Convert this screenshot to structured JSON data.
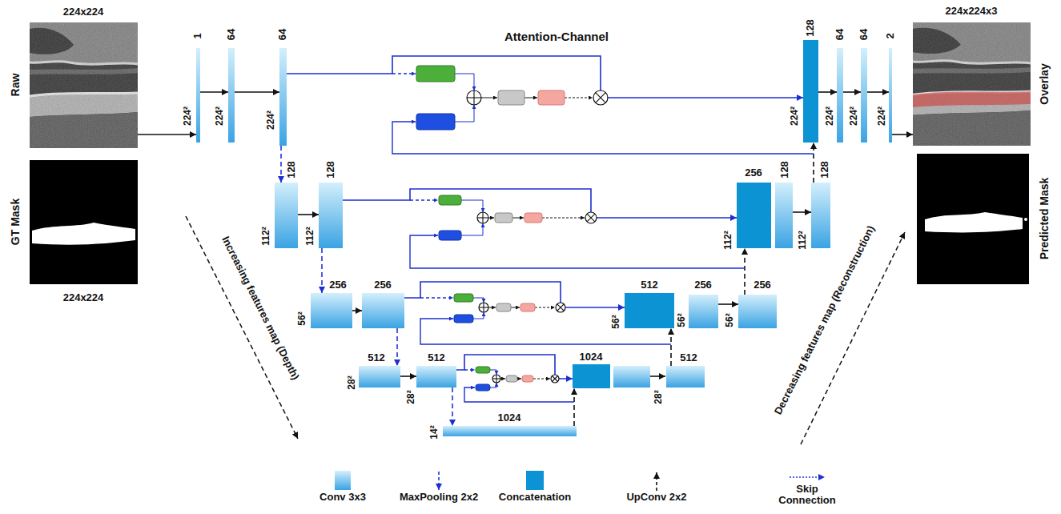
{
  "diagram": {
    "nodes": [
      {
        "text": [
          "224x224",
          "Raw"
        ]
      },
      {
        "text": [
          "GT Mask",
          "224x224"
        ]
      },
      {
        "text": [
          "1",
          "224²"
        ]
      },
      {
        "text": [
          "64",
          "224²"
        ]
      },
      {
        "text": [
          "64",
          "224²"
        ]
      },
      {
        "text": [
          "128",
          "112²"
        ]
      },
      {
        "text": [
          "128",
          "112²"
        ]
      },
      {
        "text": [
          "256",
          "56²"
        ]
      },
      {
        "text": [
          "256"
        ]
      },
      {
        "text": [
          "512",
          "28²"
        ]
      },
      {
        "text": [
          "512",
          "28²"
        ]
      },
      {
        "text": [
          "1024",
          "14²"
        ]
      },
      {
        "text": [
          "1024"
        ]
      },
      {
        "text": [
          "512",
          "28²"
        ]
      },
      {
        "text": [
          "512",
          "56²"
        ]
      },
      {
        "text": [
          "256",
          "56²"
        ]
      },
      {
        "text": [
          "256",
          "56²"
        ]
      },
      {
        "text": [
          "256",
          "112²"
        ]
      },
      {
        "text": [
          "128"
        ]
      },
      {
        "text": [
          "128",
          "112²"
        ]
      },
      {
        "text": [
          "128",
          "224²"
        ]
      },
      {
        "text": [
          "64",
          "224²"
        ]
      },
      {
        "text": [
          "64",
          "224²"
        ]
      },
      {
        "text": [
          "2",
          "224²"
        ]
      },
      {
        "text": [
          "224x224x3",
          "Overlay"
        ]
      },
      {
        "text": [
          "Predicted Mask"
        ]
      }
    ],
    "edges": [
      {
        "from": 0,
        "to": 2,
        "arrow": "to"
      },
      {
        "from": 2,
        "to": 3,
        "arrow": "to"
      },
      {
        "from": 3,
        "to": 4,
        "arrow": "to"
      },
      {
        "from": 4,
        "to": 5,
        "arrow": "to"
      },
      {
        "from": 4,
        "to": 20,
        "arrow": "to"
      },
      {
        "from": 5,
        "to": 6,
        "arrow": "to"
      },
      {
        "from": 6,
        "to": 7,
        "arrow": "to"
      },
      {
        "from": 6,
        "to": 17,
        "arrow": "to"
      },
      {
        "from": 7,
        "to": 8,
        "arrow": "to"
      },
      {
        "from": 8,
        "to": 9,
        "arrow": "to"
      },
      {
        "from": 8,
        "to": 14,
        "arrow": "to"
      },
      {
        "from": 9,
        "to": 10,
        "arrow": "to"
      },
      {
        "from": 10,
        "to": 11,
        "arrow": "to"
      },
      {
        "from": 10,
        "to": 12,
        "arrow": "to"
      },
      {
        "from": 11,
        "to": 12,
        "arrow": "to"
      },
      {
        "from": 13,
        "to": 14,
        "arrow": "to"
      },
      {
        "from": 15,
        "to": 16,
        "arrow": "to"
      },
      {
        "from": 16,
        "to": 17,
        "arrow": "to"
      },
      {
        "from": 18,
        "to": 19,
        "arrow": "to"
      },
      {
        "from": 19,
        "to": 20,
        "arrow": "to"
      },
      {
        "from": 20,
        "to": 21,
        "arrow": "to"
      },
      {
        "from": 21,
        "to": 22,
        "arrow": "to"
      },
      {
        "from": 22,
        "to": 23,
        "arrow": "to"
      },
      {
        "from": 23,
        "to": 24,
        "arrow": "to"
      }
    ],
    "labels": [
      "Attention-Channel",
      "Increasing features map (Depth)",
      "Decreasing features map (Reconstruction)"
    ],
    "legend": [
      {
        "text": "Conv 3x3"
      },
      {
        "text": "MaxPooling 2x2"
      },
      {
        "text": "Concatenation",
        "color": "#0b93d3"
      },
      {
        "text": "UpConv 2x2"
      },
      {
        "text": "Skip Connection"
      }
    ]
  }
}
